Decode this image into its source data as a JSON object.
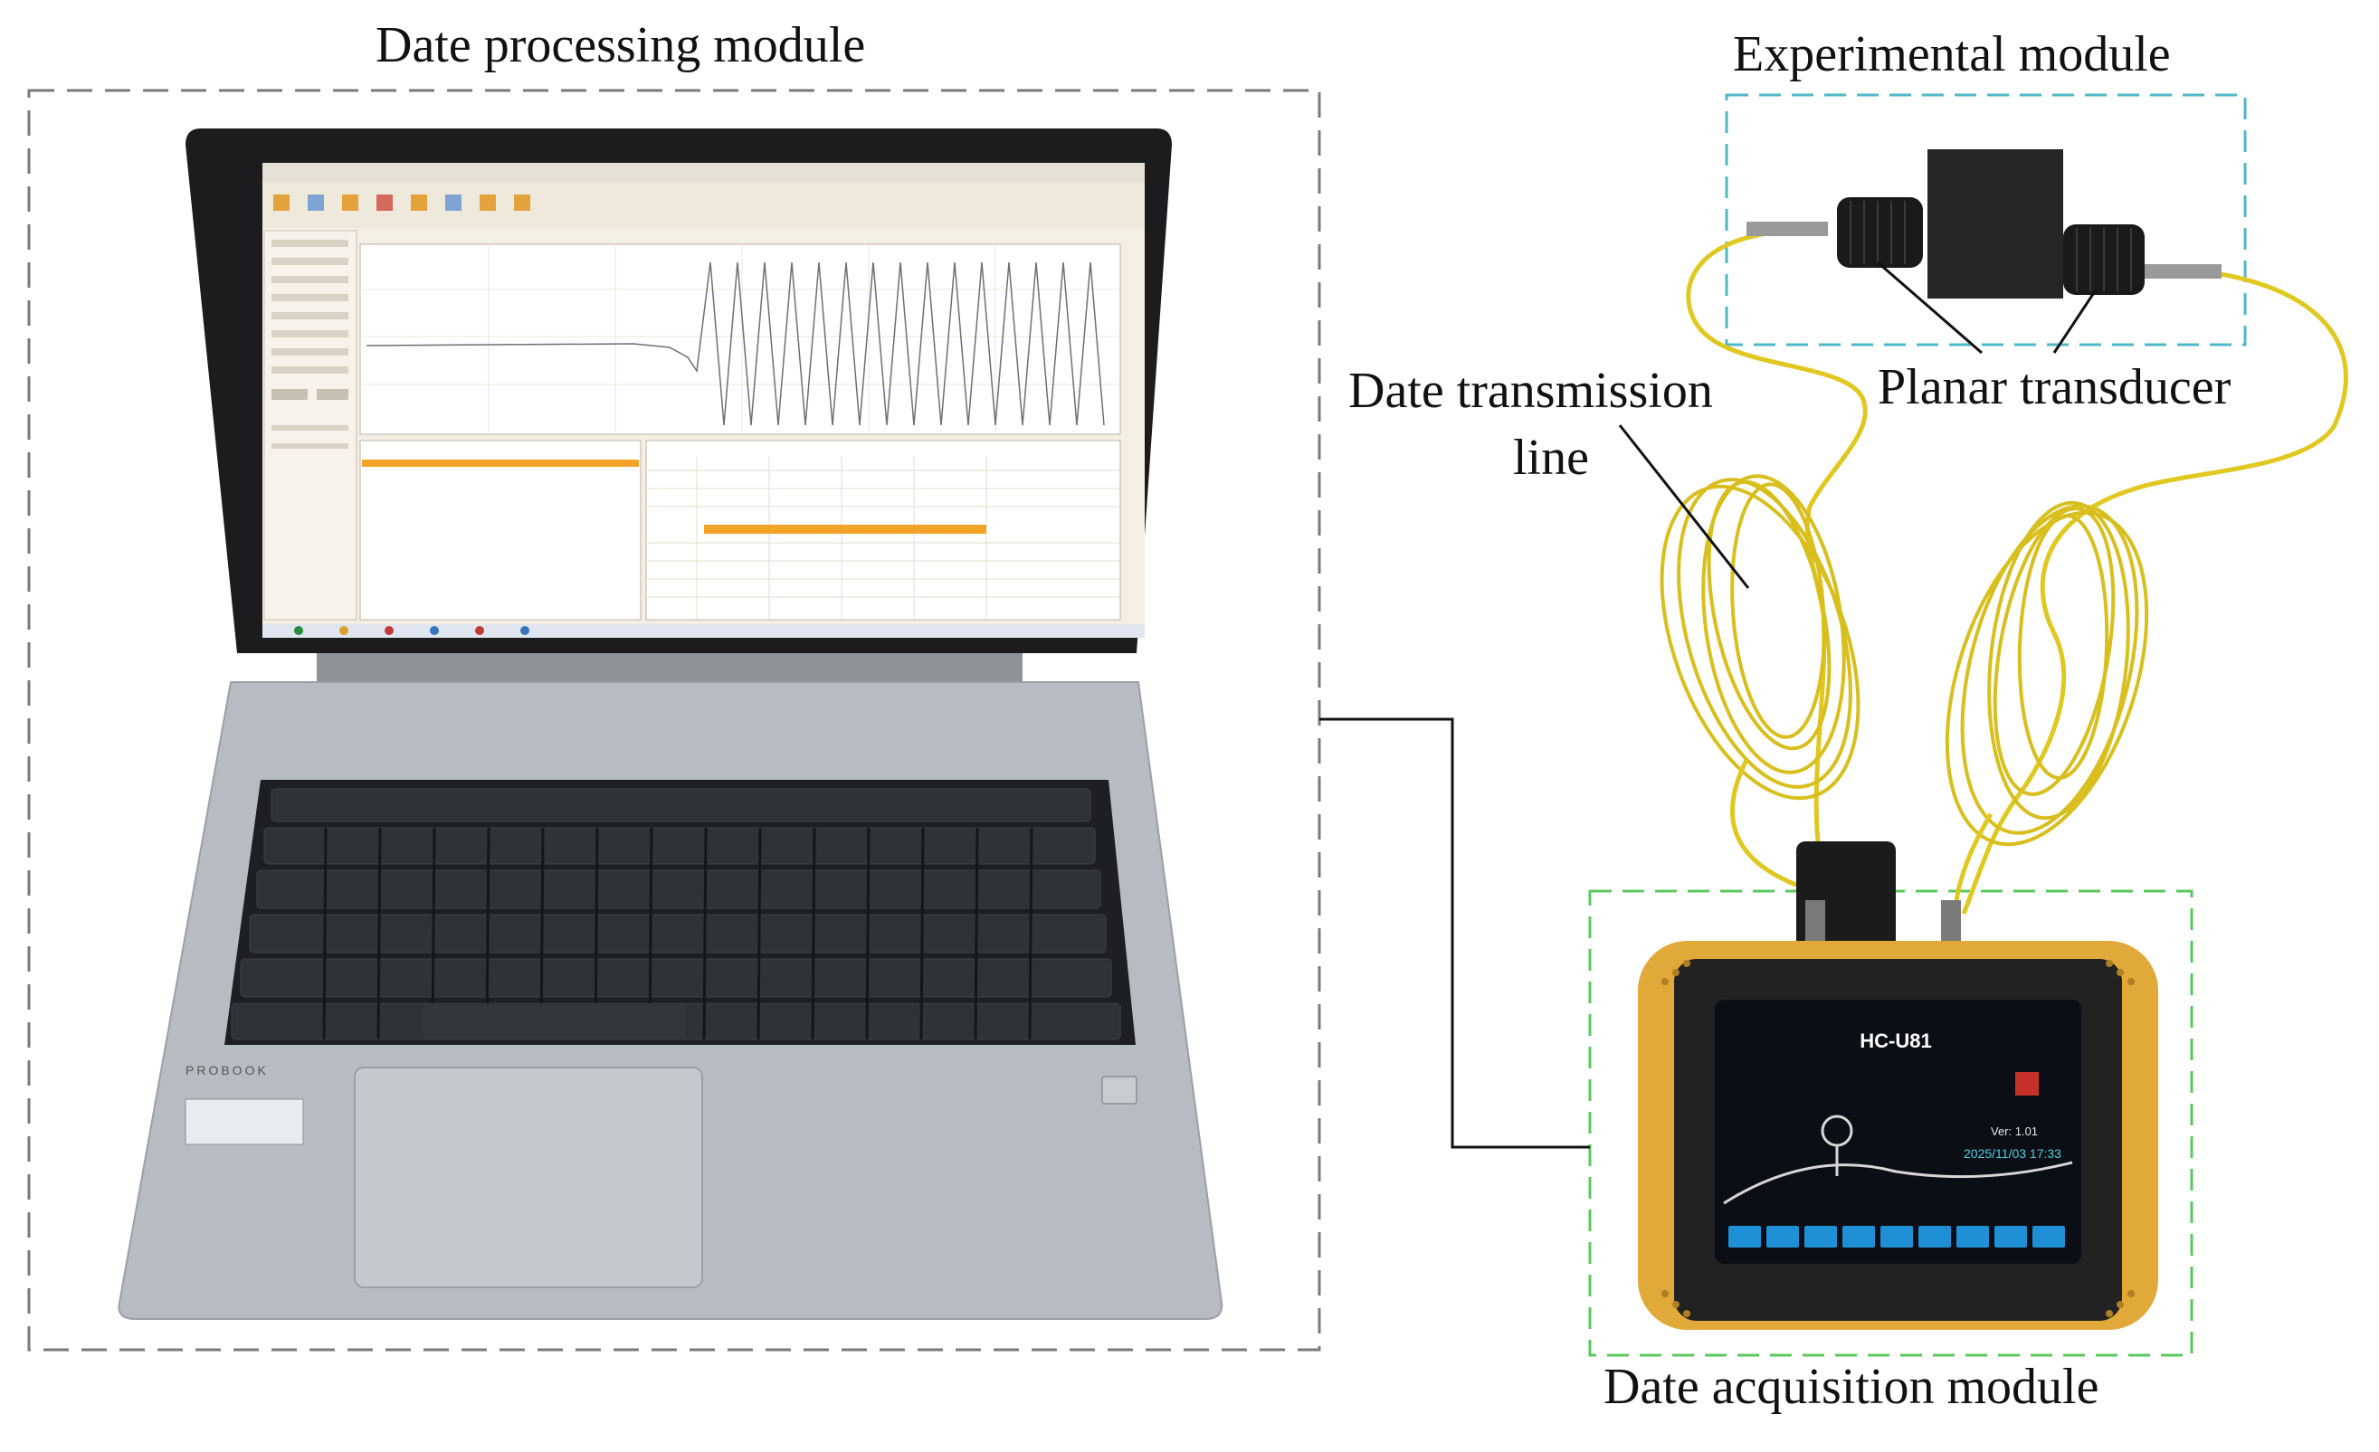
{
  "labels": {
    "processing_module": "Date processing module",
    "experimental_module": "Experimental module",
    "transmission_line_1": "Date transmission",
    "transmission_line_2": "line",
    "planar_transducer": "Planar transducer",
    "acquisition_module": "Date acquisition module"
  },
  "device": {
    "model": "HC-U81",
    "datetime": "2025/11/03 17:33",
    "version": "Ver: 1.01"
  },
  "laptop": {
    "brand_text": "PROBOOK"
  },
  "colors": {
    "processing_box": "#7a7a7a",
    "experimental_box": "#4fb8c8",
    "acquisition_box": "#5cc85c",
    "cable": "#e8d028",
    "device_bumper": "#e0a93a",
    "laptop_body": "#b7bcc2"
  }
}
